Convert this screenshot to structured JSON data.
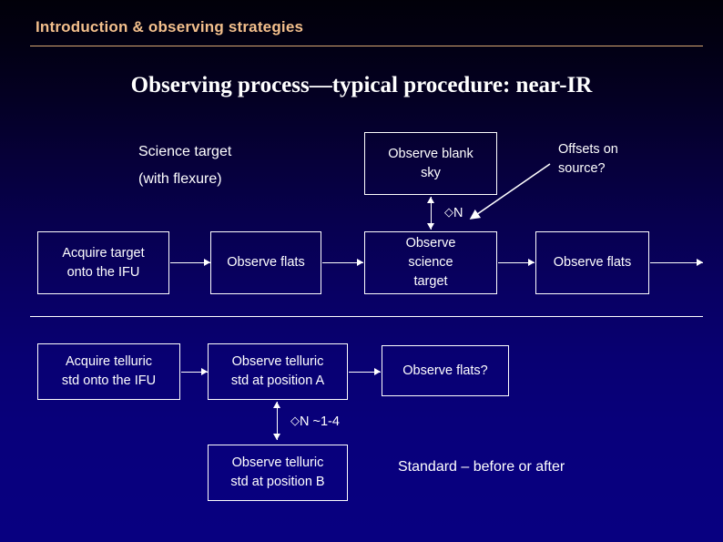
{
  "header": {
    "section_label": "Introduction & observing strategies",
    "rule_color": "#d9a871",
    "text_color": "#f3bf8c"
  },
  "title": "Observing process—typical procedure: near-IR",
  "theme": {
    "background_top": "#010009",
    "background_bottom": "#080080",
    "box_border": "#ffffff",
    "text": "#ffffff"
  },
  "flow": {
    "science_caption": {
      "line1": "Science target",
      "line2": "(with flexure)"
    },
    "offsets_note": {
      "line1": "Offsets on",
      "line2": "source?"
    },
    "nodes": {
      "observe_blank_sky": "Observe blank\nsky",
      "observe_blank_sky_l1": "Observe blank",
      "observe_blank_sky_l2": "sky",
      "acquire_target_l1": "Acquire target",
      "acquire_target_l2": " onto the IFU",
      "observe_flats_1": "Observe flats",
      "observe_science_l1": "Observe",
      "observe_science_l2": "science",
      "observe_science_l3": "target",
      "observe_flats_2": "Observe flats",
      "acquire_telluric_l1": "Acquire telluric",
      "acquire_telluric_l2": "std onto the IFU",
      "observe_telluric_a_l1": "Observe telluric",
      "observe_telluric_a_l2": "std at position A",
      "observe_flats_q": "Observe flats?",
      "observe_telluric_b_l1": "Observe telluric",
      "observe_telluric_b_l2": "std at position B"
    },
    "labels": {
      "nod_sky": "N",
      "nod_telluric": "N ~1-4",
      "nod_glyph": "◇",
      "standard_note": "Standard – before or after"
    }
  }
}
